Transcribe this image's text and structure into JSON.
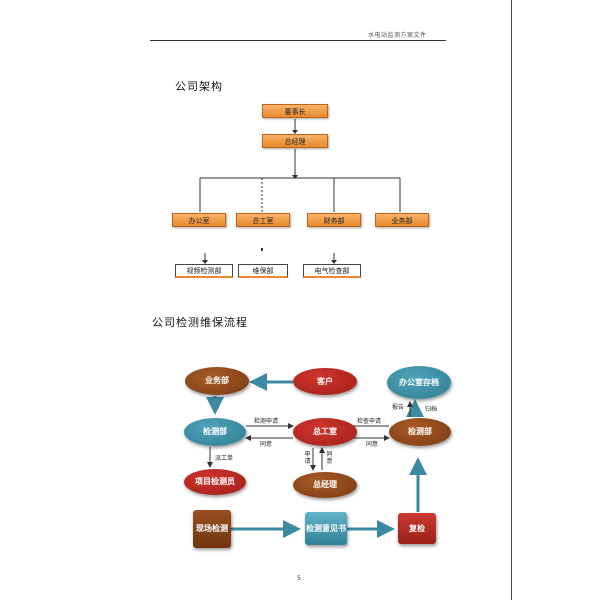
{
  "header": {
    "text": "水电站监测方案文件"
  },
  "org_section": {
    "title": "公司架构",
    "top": "董事长",
    "second": "总经理",
    "departments": [
      "办公室",
      "总工室",
      "财务部",
      "业务部"
    ],
    "sub_departments": [
      "视频检测部",
      "维保部",
      "电气检查部"
    ]
  },
  "flow_section": {
    "title": "公司检测维保流程",
    "nodes": {
      "business": "业务部",
      "client": "客户",
      "office_archive": "办公室存档",
      "detect_left": "检测部",
      "chief_office": "总工室",
      "detect_right": "检测部",
      "project_leader": "项目检测员",
      "general_manager": "总经理",
      "site_detect": "现场检测",
      "report": "检测意见书",
      "review": "复检"
    },
    "labels": {
      "apply_left": "检测申请",
      "agree_left": "同意",
      "work_order": "派工单",
      "apply_right": "检查申请",
      "agree_right": "同意",
      "report_up": "报告",
      "archive": "归档",
      "vertical_apply": "申请",
      "vertical_agree": "同意"
    }
  },
  "page_number": "5",
  "colors": {
    "org_box": "#e98a2d",
    "flow_brown": "#7a3a12",
    "flow_teal": "#2e7d93",
    "flow_red": "#b0241d"
  }
}
